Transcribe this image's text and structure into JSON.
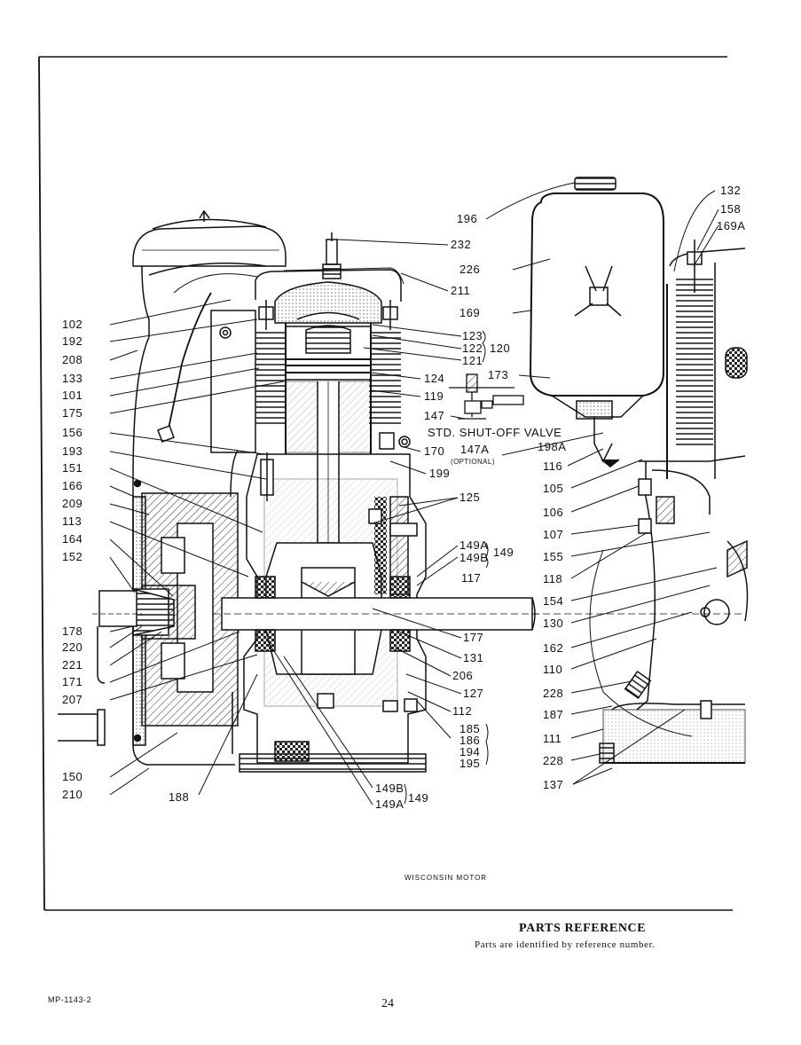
{
  "diagram": {
    "caption": "WISCONSIN MOTOR",
    "valve_note": "STD. SHUT-OFF VALVE",
    "optional_note": "(OPTIONAL)",
    "left_labels": [
      "102",
      "192",
      "208",
      "133",
      "101",
      "175",
      "156",
      "193",
      "151",
      "166",
      "209",
      "113",
      "164",
      "152",
      "178",
      "220",
      "221",
      "171",
      "207",
      "150",
      "210",
      "188"
    ],
    "center_labels": [
      "232",
      "211",
      "123",
      "122",
      "121",
      "120",
      "124",
      "119",
      "170",
      "199",
      "125",
      "149A",
      "149B",
      "149",
      "117",
      "177",
      "131",
      "206",
      "127",
      "112",
      "185",
      "186",
      "194",
      "195",
      "149B",
      "149A",
      "149"
    ],
    "right_labels": [
      "196",
      "226",
      "169",
      "173",
      "147",
      "147A",
      "198A",
      "116",
      "105",
      "106",
      "107",
      "155",
      "118",
      "154",
      "130",
      "162",
      "110",
      "228",
      "187",
      "111",
      "228",
      "137",
      "132",
      "158",
      "169A"
    ]
  },
  "footer": {
    "title": "PARTS REFERENCE",
    "subtitle": "Parts are identified by reference number.",
    "code": "MP-1143-2",
    "page": "24"
  }
}
